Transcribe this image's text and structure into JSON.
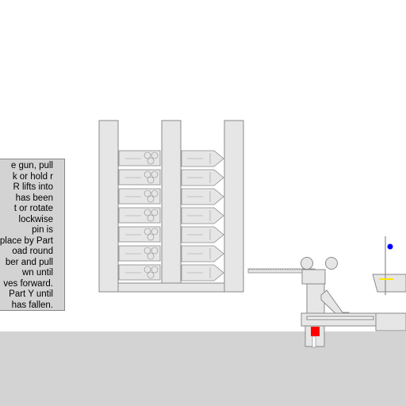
{
  "instructions": {
    "lines": [
      "e gun, pull",
      "k or hold r",
      "R lifts into",
      "has been",
      "t or rotate",
      "lockwise",
      "pin is",
      "place by Part",
      "oad round",
      "ber and pull",
      "wn until",
      "ves forward.",
      "Part Y until",
      "has fallen."
    ]
  },
  "colors": {
    "background": "#ffffff",
    "floor": "#d3d3d3",
    "part_fill": "#e6e6e6",
    "part_stroke": "#8a8a8a",
    "highlight_red": "#ff0000",
    "marker_blue": "#0000ff",
    "marker_yellow": "#ffe600"
  },
  "icons": {
    "round": "cartridge-icon",
    "gear": "gear-roller-icon",
    "marker": "blue-dot-icon"
  }
}
